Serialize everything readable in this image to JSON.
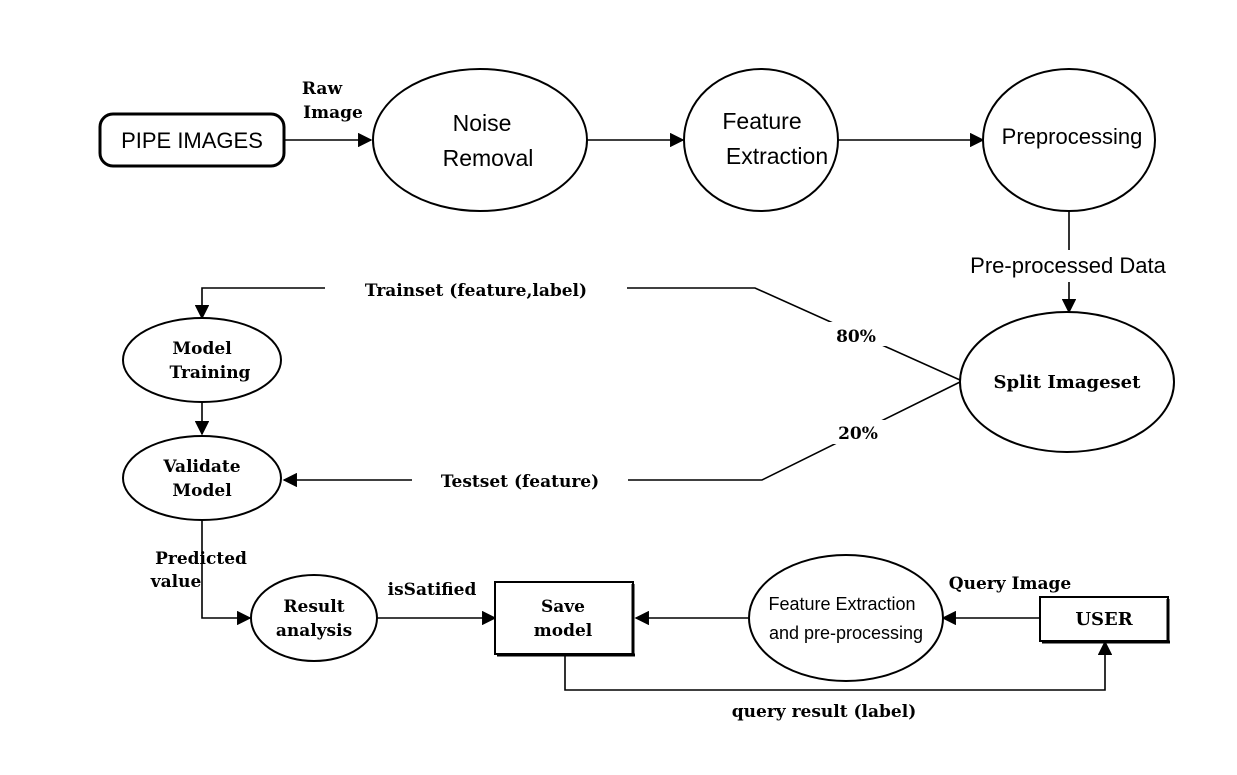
{
  "nodes": {
    "pipe_images": "PIPE IMAGES",
    "noise_removal": [
      "Noise",
      "Removal"
    ],
    "feature_extraction": [
      "Feature",
      "Extraction"
    ],
    "preprocessing": "Preprocessing",
    "split_imageset": "Split Imageset",
    "model_training": [
      "Model",
      "Training"
    ],
    "validate_model": [
      "Validate",
      "Model"
    ],
    "result_analysis": [
      "Result",
      "analysis"
    ],
    "save_model": [
      "Save",
      "model"
    ],
    "feature_extraction_preprocessing": [
      "Feature Extraction",
      "and pre-processing"
    ],
    "user": "USER"
  },
  "edges": {
    "raw_image": [
      "Raw",
      "Image"
    ],
    "preprocessed_data": "Pre-processed Data",
    "trainset": "Trainset (feature,label)",
    "train_percent": "80%",
    "testset": "Testset (feature)",
    "test_percent": "20%",
    "predicted_value": [
      "Predicted",
      "value"
    ],
    "is_satisfied": "isSatified",
    "query_image": "Query Image",
    "query_result": "query result (label)"
  }
}
